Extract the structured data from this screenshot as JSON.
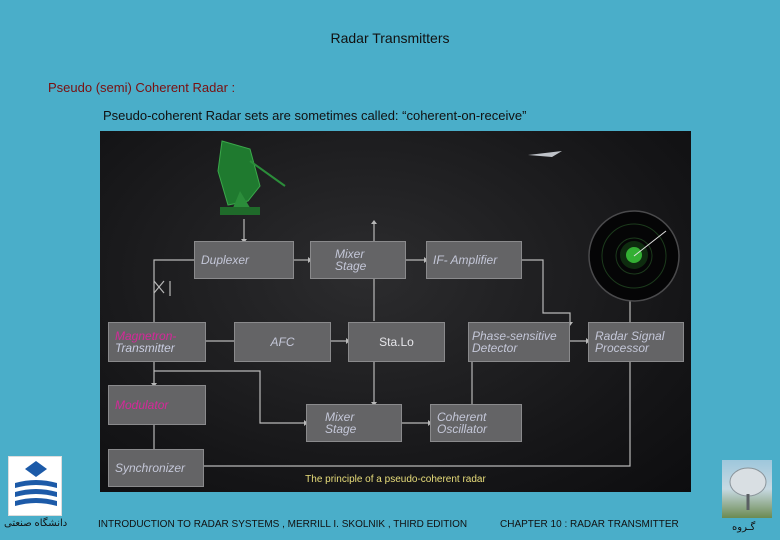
{
  "slide": {
    "title": "Radar Transmitters",
    "subtitle": "Pseudo (semi) Coherent Radar :",
    "description": "Pseudo-coherent Radar sets are sometimes called:  “coherent-on-receive”"
  },
  "diagram": {
    "blocks": {
      "duplexer": "Duplexer",
      "mixer_stage_top_1": "Mixer",
      "mixer_stage_top_2": "Stage",
      "if_amplifier": "IF- Amplifier",
      "magnetron_1": "Magnetron-",
      "magnetron_2": "Transmitter",
      "afc": "AFC",
      "stalo": "Sta.Lo",
      "phase_detector_1": "Phase-sensitive",
      "phase_detector_2": "Detector",
      "signal_processor_1": "Radar Signal",
      "signal_processor_2": "Processor",
      "modulator": "Modulator",
      "mixer_stage_bottom_1": "Mixer",
      "mixer_stage_bottom_2": "Stage",
      "coherent_osc_1": "Coherent",
      "coherent_osc_2": "Oscillator",
      "synchronizer": "Synchronizer"
    },
    "caption": "The principle of a pseudo-coherent radar"
  },
  "footer": {
    "left": "INTRODUCTION TO RADAR SYSTEMS , MERRILL I. SKOLNIK , THIRD EDITION",
    "right": "CHAPTER 10 :  RADAR TRANSMITTER",
    "logo_text": "دانشگاه صنعتی",
    "photo_text": "گـروه"
  },
  "colors": {
    "background": "#4aaec9",
    "block": "#646466",
    "magnetron_text": "#d6289a",
    "caption": "#e8dd7a",
    "line": "#b8b8b8"
  }
}
